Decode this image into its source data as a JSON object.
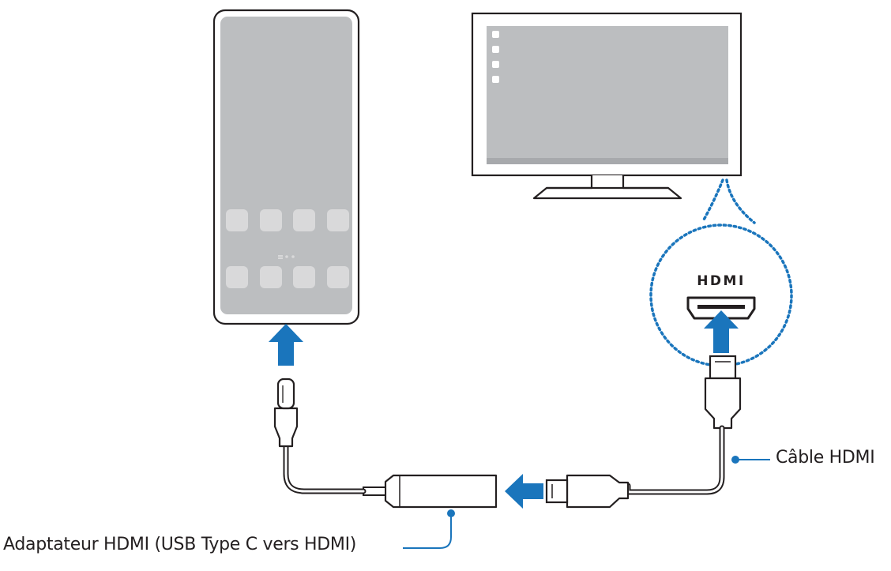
{
  "labels": {
    "hdmi_cable": "Câble HDMI",
    "adapter": "Adaptateur HDMI (USB Type C vers HDMI)",
    "hdmi_logo": "HDMI"
  },
  "colors": {
    "outline": "#231f20",
    "screen": "#bcbec0",
    "app_icon": "#d9d9da",
    "arrow": "#1a75bc",
    "leader": "#1a75bc",
    "dotted_circle": "#1a75bc"
  },
  "icons": {
    "phone": "smartphone-icon",
    "monitor": "monitor-icon",
    "arrow": "arrow-icon",
    "port": "hdmi-port-icon"
  }
}
